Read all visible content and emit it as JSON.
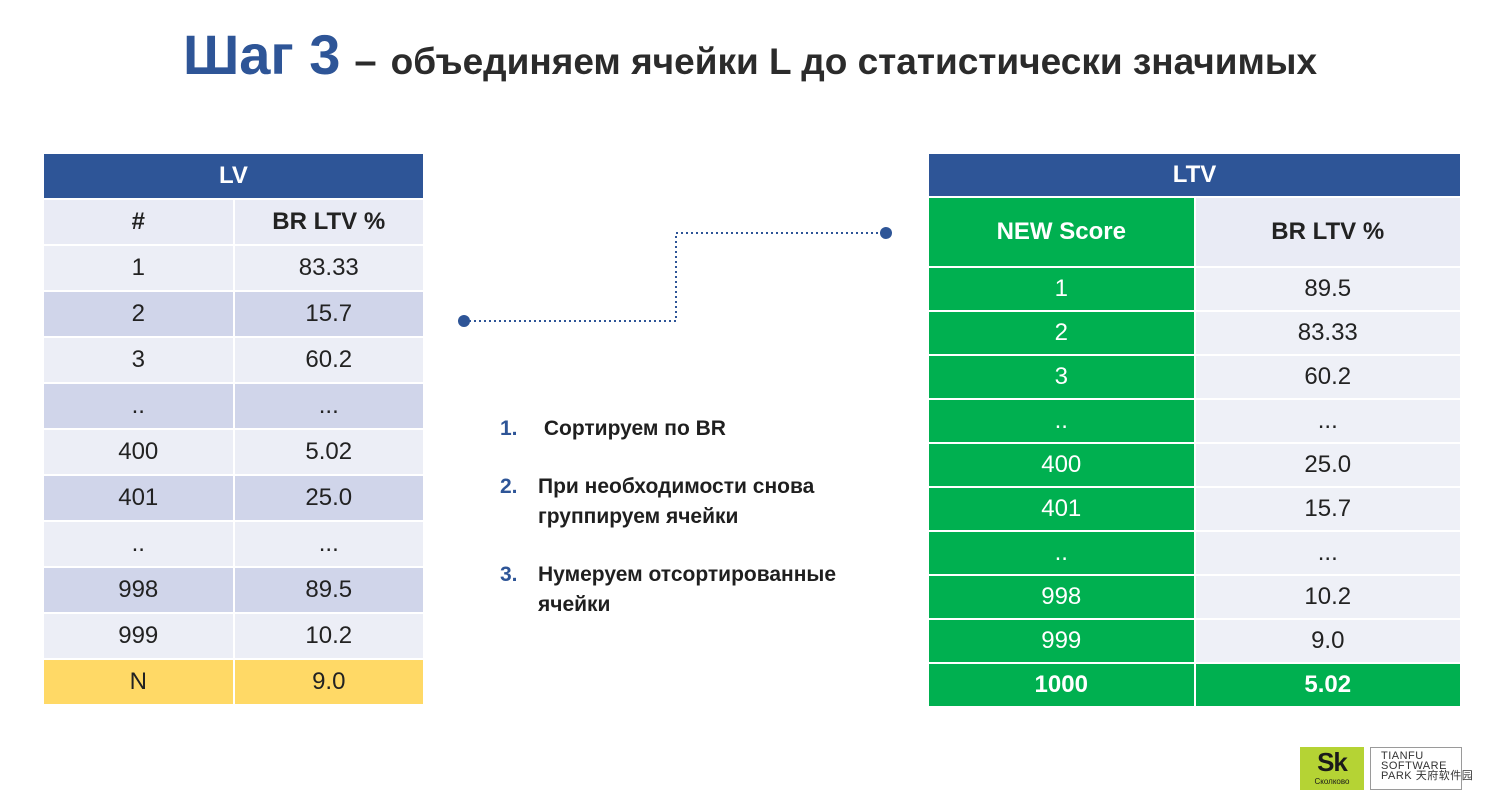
{
  "title": {
    "step": "Шаг 3",
    "dash": "–",
    "subtitle": "объединяем ячейки L до статистически значимых"
  },
  "lv_table": {
    "header": "LV",
    "columns": [
      "#",
      "BR LTV  %"
    ],
    "rows": [
      [
        "1",
        "83.33"
      ],
      [
        "2",
        "15.7"
      ],
      [
        "3",
        "60.2"
      ],
      [
        "..",
        "..."
      ],
      [
        "400",
        "5.02"
      ],
      [
        "401",
        "25.0"
      ],
      [
        "..",
        "..."
      ],
      [
        "998",
        "89.5"
      ],
      [
        "999",
        "10.2"
      ],
      [
        "N",
        "9.0"
      ]
    ],
    "highlight_color": "#ffd966"
  },
  "ltv_table": {
    "header": "LTV",
    "columns": [
      "NEW Score",
      "BR LTV %"
    ],
    "rows": [
      [
        "1",
        "89.5"
      ],
      [
        "2",
        "83.33"
      ],
      [
        "3",
        "60.2"
      ],
      [
        "..",
        "..."
      ],
      [
        "400",
        "25.0"
      ],
      [
        "401",
        "15.7"
      ],
      [
        "..",
        "..."
      ],
      [
        "998",
        "10.2"
      ],
      [
        "999",
        "9.0"
      ],
      [
        "1000",
        "5.02"
      ]
    ],
    "accent_color": "#00b050"
  },
  "steps": [
    {
      "num": "1.",
      "text": " Сортируем по BR"
    },
    {
      "num": "2.",
      "text": "При необходимости снова группируем ячейки"
    },
    {
      "num": "3.",
      "text": "Нумеруем отсортированные ячейки"
    }
  ],
  "logos": {
    "skolkovo_mark": "Sk",
    "skolkovo_name": "Сколково",
    "tianfu_line1": "TIANFU",
    "tianfu_line2": "SOFTWARE",
    "tianfu_line3": "PARK 天府软件园"
  },
  "colors": {
    "brand_blue": "#2e5597",
    "green": "#00b050",
    "yellow": "#ffd966"
  }
}
